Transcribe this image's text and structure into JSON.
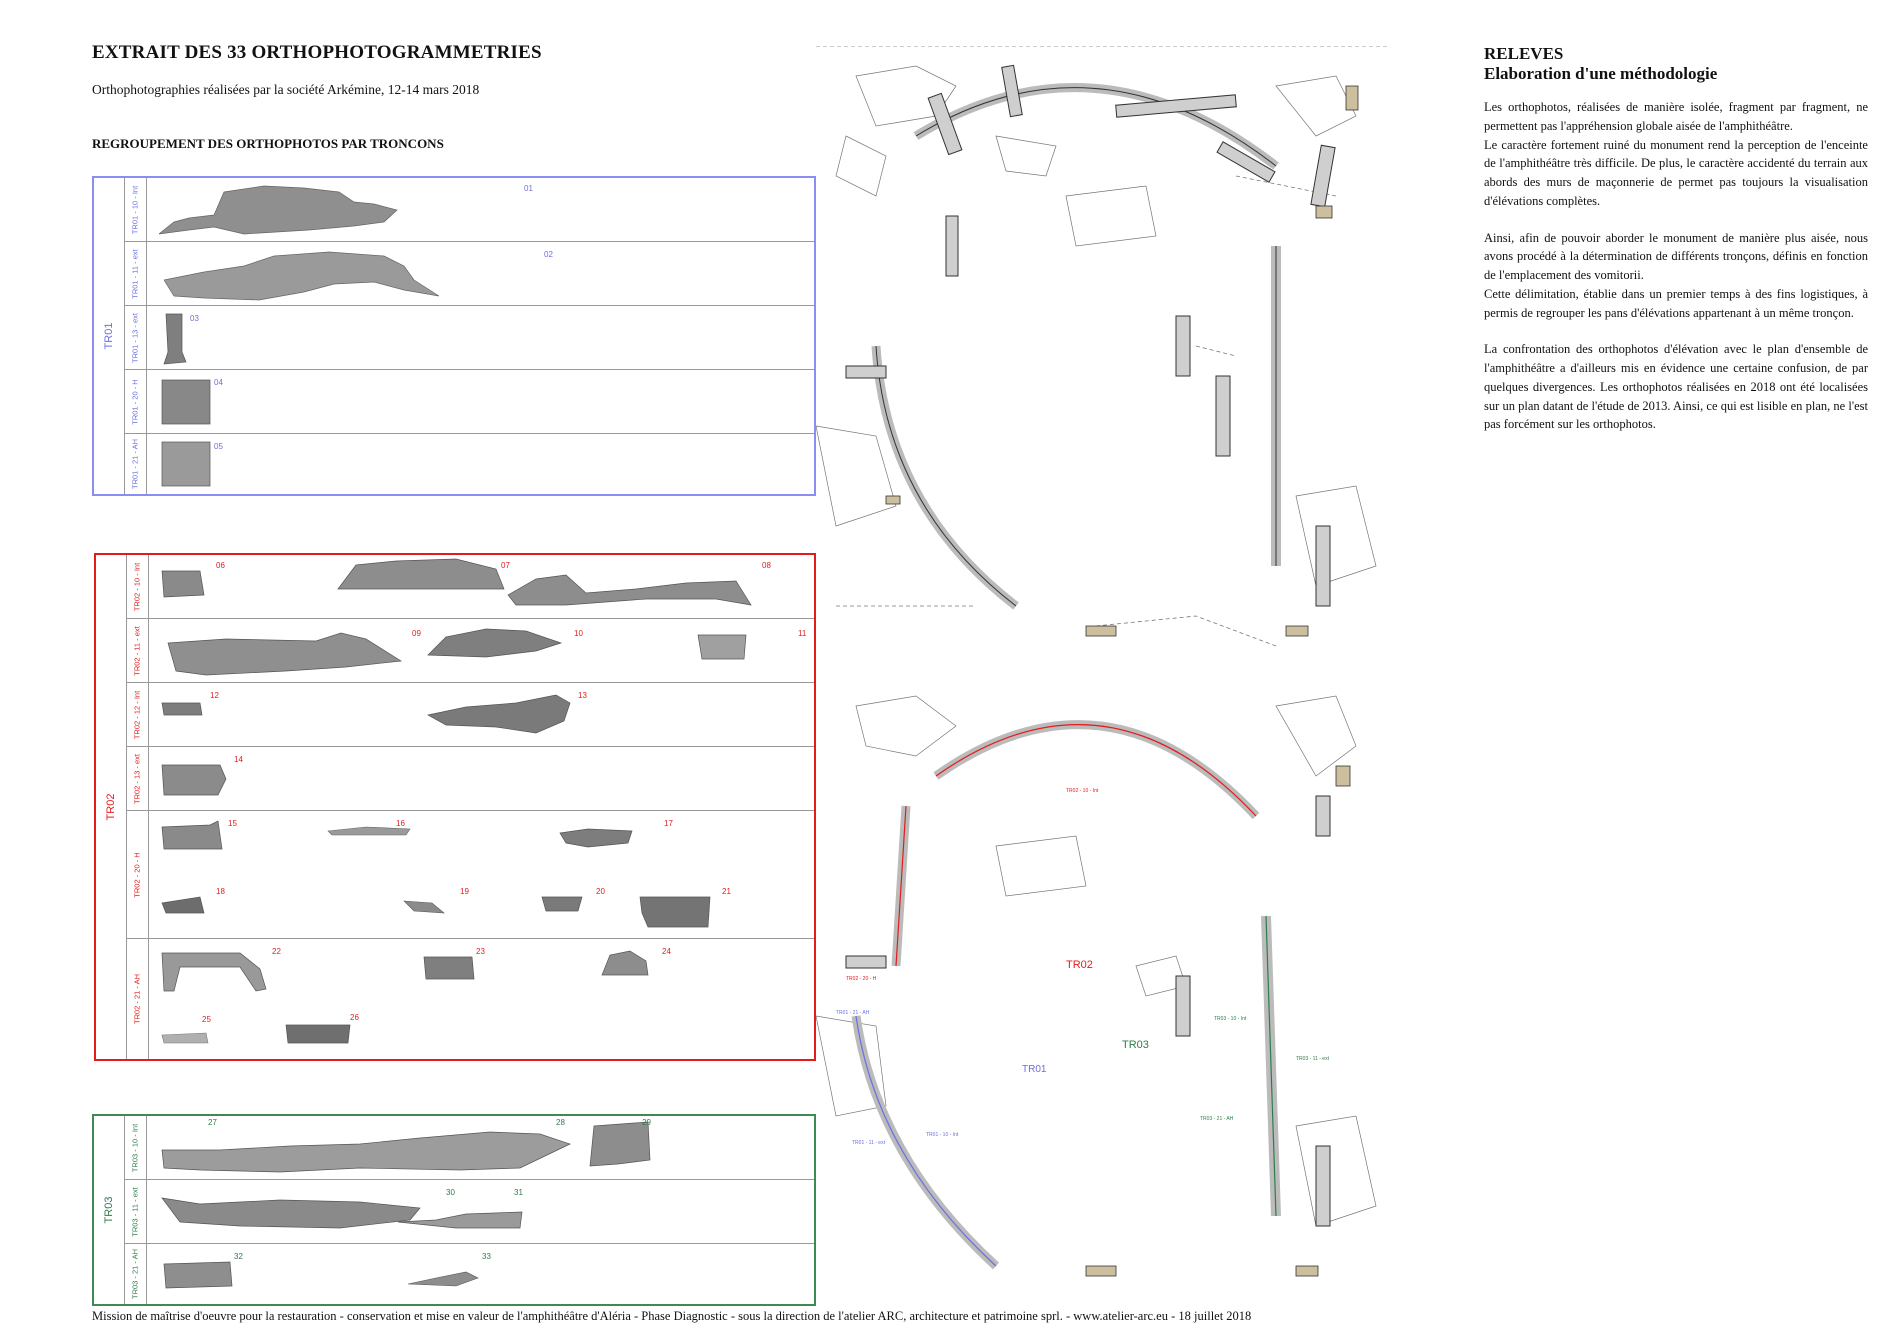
{
  "header": {
    "title": "EXTRAIT DES 33 ORTHOPHOTOGRAMMETRIES",
    "subtitle": "Orthophotographies réalisées par la société Arkémine, 12-14 mars 2018",
    "section_title": "REGROUPEMENT DES ORTHOPHOTOS PAR TRONCONS"
  },
  "groups": {
    "tr01": {
      "label": "TR01",
      "color": "#6a6fe0",
      "rows": [
        "TR01 - 10 - Int",
        "TR01 - 11 - ext",
        "TR01 - 13 - ext",
        "TR01 - 20 - H",
        "TR01 - 21 - AH"
      ],
      "photos": [
        "01",
        "02",
        "03",
        "04",
        "05"
      ]
    },
    "tr02": {
      "label": "TR02",
      "color": "#e31b1b",
      "rows": [
        "TR02 - 10 - Int",
        "TR02 - 11 - ext",
        "TR02 - 12 - Int",
        "TR02 - 13 - ext",
        "TR02 - 20 - H",
        "TR02 - 21 - AH"
      ],
      "photos": [
        "06",
        "07",
        "08",
        "09",
        "10",
        "11",
        "12",
        "13",
        "14",
        "15",
        "16",
        "17",
        "18",
        "19",
        "20",
        "21",
        "22",
        "23",
        "24",
        "25",
        "26"
      ]
    },
    "tr03": {
      "label": "TR03",
      "color": "#2e7d4a",
      "rows": [
        "TR03 - 10 - Int",
        "TR03 - 11 - ext",
        "TR03 - 21 - AH"
      ],
      "photos": [
        "27",
        "28",
        "29",
        "30",
        "31",
        "32",
        "33"
      ]
    }
  },
  "plan": {
    "labels": {
      "tr01": "TR01",
      "tr02": "TR02",
      "tr03": "TR03"
    },
    "segment_labels": {
      "tr02_10_int": "TR02 - 10 - Int",
      "tr02_20_h": "TR02 - 20 - H",
      "tr01_10_int": "TR01 - 10 - Int",
      "tr01_11_ext": "TR01 - 11 - ext",
      "tr01_21_ah": "TR01 - 21 - AH",
      "tr03_10_int": "TR03 - 10 - Int",
      "tr03_11_ext": "TR03 - 11 - ext",
      "tr03_21_ah": "TR03 - 21 - AH"
    }
  },
  "side": {
    "heading1": "RELEVES",
    "heading2": "Elaboration d'une méthodologie",
    "paragraphs": [
      "Les orthophotos, réalisées de manière isolée, fragment par fragment, ne permettent pas l'appréhension globale aisée de l'amphithéâtre.\nLe caractère fortement ruiné du monument rend la perception de l'enceinte de l'amphithéâtre très difficile. De plus, le caractère accidenté du terrain aux abords des murs de maçonnerie de permet pas toujours la visualisation d'élévations complètes.",
      "Ainsi, afin de pouvoir aborder le monument de manière plus aisée, nous avons procédé à la détermination de différents tronçons, définis en fonction de l'emplacement des vomitorii.\nCette délimitation, établie dans un premier temps à des fins logistiques, à permis de regrouper les pans d'élévations appartenant à un même tronçon.",
      "La confrontation des orthophotos d'élévation avec le plan d'ensemble de l'amphithéâtre a d'ailleurs mis en évidence une certaine confusion, de par quelques divergences. Les orthophotos réalisées en 2018 ont été localisées sur un plan datant de l'étude de 2013. Ainsi, ce qui est lisible en plan, ne l'est pas forcément sur les orthophotos."
    ]
  },
  "footer": "Mission de maîtrise d'oeuvre pour la restauration - conservation et mise en valeur de l'amphithéâtre d'Aléria - Phase Diagnostic - sous la direction de l'atelier ARC, architecture et patrimoine sprl. - www.atelier-arc.eu - 18 juillet 2018"
}
